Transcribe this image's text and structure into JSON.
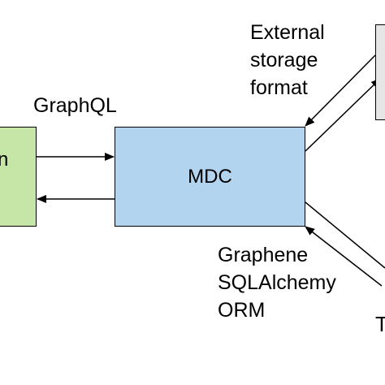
{
  "colors": {
    "left_box_fill": "#c6e6a8",
    "mdc_box_fill": "#b2d4ee",
    "right_box_fill": "#e6e6e6",
    "stroke": "#000000"
  },
  "nodes": {
    "left_box_partial_label": "n",
    "mdc_label": "MDC"
  },
  "labels": {
    "graphql": "GraphQL",
    "external_storage": [
      "External",
      "storage",
      "format"
    ],
    "graphene_orm": [
      "Graphene",
      "SQLAlchemy",
      "ORM"
    ],
    "bottom_right_partial": "T"
  }
}
